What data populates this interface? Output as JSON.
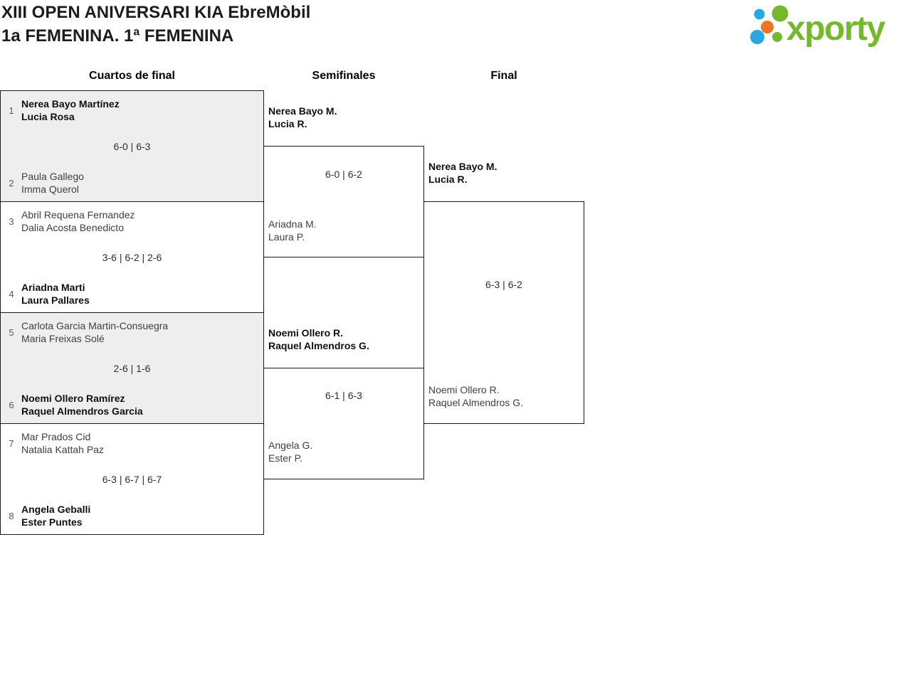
{
  "header": {
    "title_line1": "XIII OPEN ANIVERSARI KIA EbreMòbil",
    "title_line2": "1a FEMENINA. 1ª FEMENINA"
  },
  "logo": {
    "wordmark": "xporty",
    "colors": {
      "green": "#76b82d",
      "blue": "#29a8e0",
      "orange": "#ee7623"
    }
  },
  "columns": {
    "quarterfinals_label": "Cuartos de final",
    "semifinals_label": "Semifinales",
    "final_label": "Final"
  },
  "quarterfinals": [
    {
      "seed_top": "1",
      "team_top_player1": "Nerea Bayo Martínez",
      "team_top_player2": "Lucia Rosa",
      "score": "6-0 | 6-3",
      "seed_bottom": "2",
      "team_bottom_player1": "Paula Gallego",
      "team_bottom_player2": "Imma Querol",
      "winner": "top"
    },
    {
      "seed_top": "3",
      "team_top_player1": "Abril Requena Fernandez",
      "team_top_player2": "Dalia Acosta Benedicto",
      "score": "3-6 | 6-2 | 2-6",
      "seed_bottom": "4",
      "team_bottom_player1": "Ariadna Marti",
      "team_bottom_player2": "Laura Pallares",
      "winner": "bottom"
    },
    {
      "seed_top": "5",
      "team_top_player1": "Carlota Garcia Martin-Consuegra",
      "team_top_player2": "Maria Freixas Solé",
      "score": "2-6 | 1-6",
      "seed_bottom": "6",
      "team_bottom_player1": "Noemi Ollero Ramírez",
      "team_bottom_player2": "Raquel Almendros Garcia",
      "winner": "bottom"
    },
    {
      "seed_top": "7",
      "team_top_player1": "Mar Prados Cid",
      "team_top_player2": "Natalia Kattah Paz",
      "score": "6-3 | 6-7 | 6-7",
      "seed_bottom": "8",
      "team_bottom_player1": "Angela Geballi",
      "team_bottom_player2": "Ester Puntes",
      "winner": "bottom"
    }
  ],
  "semifinals": [
    {
      "team_top_player1": "Nerea Bayo M.",
      "team_top_player2": "Lucia R.",
      "score": "6-0 | 6-2",
      "team_bottom_player1": "Ariadna M.",
      "team_bottom_player2": "Laura P.",
      "winner": "top"
    },
    {
      "team_top_player1": "Noemi Ollero R.",
      "team_top_player2": "Raquel Almendros G.",
      "score": "6-1 | 6-3",
      "team_bottom_player1": "Angela G.",
      "team_bottom_player2": "Ester P.",
      "winner": "top"
    }
  ],
  "final": {
    "team_top_player1": "Nerea Bayo M.",
    "team_top_player2": "Lucia R.",
    "score": "6-3 | 6-2",
    "team_bottom_player1": "Noemi Ollero R.",
    "team_bottom_player2": "Raquel Almendros G.",
    "winner": "top"
  }
}
